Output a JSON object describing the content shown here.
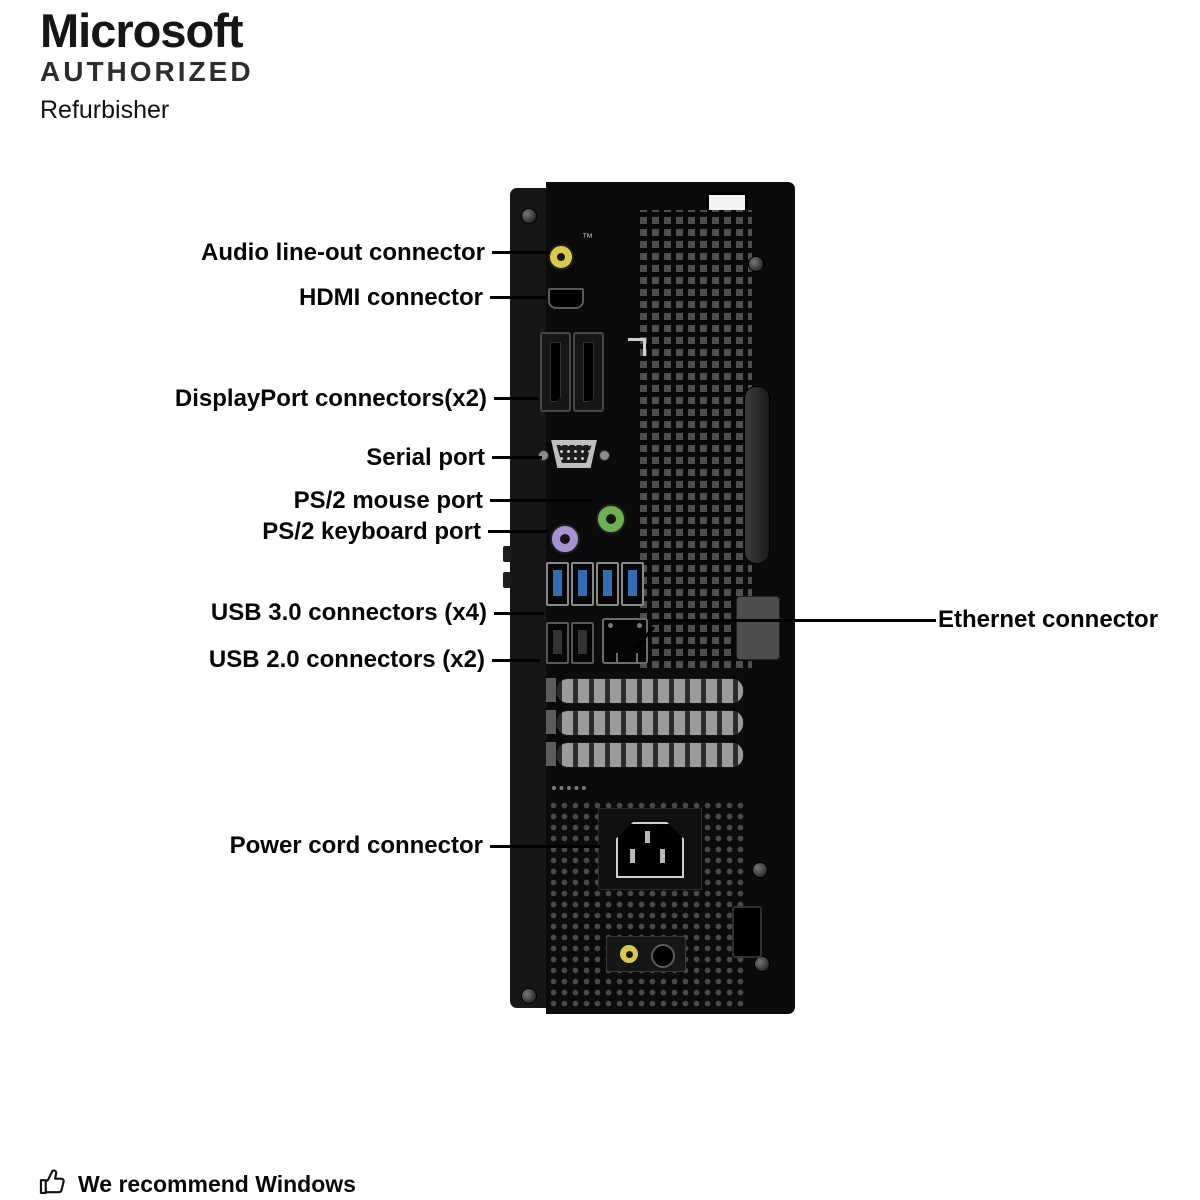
{
  "badge": {
    "brand": "Microsoft",
    "line2": "AUTHORIZED",
    "line3": "Refurbisher"
  },
  "callouts": {
    "audio": "Audio line-out connector",
    "hdmi": "HDMI connector",
    "displayport": "DisplayPort connectors(x2)",
    "serial": "Serial port",
    "ps2_mouse": "PS/2 mouse port",
    "ps2_keyboard": "PS/2 keyboard port",
    "usb3": "USB 3.0 connectors (x4)",
    "usb2": "USB 2.0 connectors (x2)",
    "ethernet": "Ethernet connector",
    "power": "Power cord connector"
  },
  "footer": {
    "recommend": "We recommend Windows"
  },
  "misc": {
    "trademark": "™"
  },
  "colors": {
    "audio": "#d9c94e",
    "ps2_mouse": "#6db052",
    "ps2_keyboard": "#a891cf",
    "usb3": "#2f6db5",
    "chassis": "#0b0b0b"
  }
}
